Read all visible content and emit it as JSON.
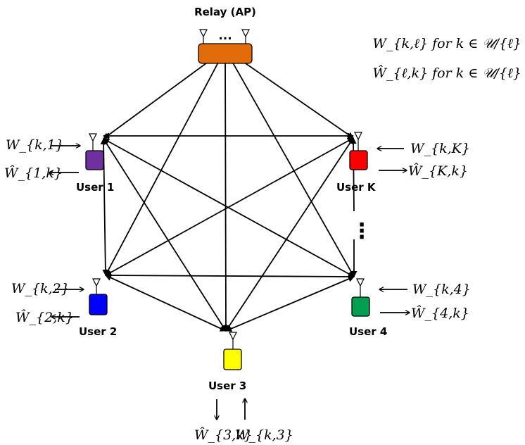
{
  "relay": {
    "label": "Relay (AP)",
    "dots": "...",
    "color": "#E36C0A"
  },
  "legend": {
    "line1": "W_{k,ℓ} for k ∈ 𝒰/{ℓ}",
    "line2": "Ŵ_{ℓ,k} for k ∈ 𝒰/{ℓ}"
  },
  "users": [
    {
      "id": "1",
      "label": "User 1",
      "color": "#7030A0",
      "in": "W_{k,1}",
      "out": "Ŵ_{1,k}"
    },
    {
      "id": "K",
      "label": "User K",
      "color": "#FF0000",
      "in": "W_{k,K}",
      "out": "Ŵ_{K,k}"
    },
    {
      "id": "2",
      "label": "User 2",
      "color": "#0000FF",
      "in": "W_{k,2}",
      "out": "Ŵ_{2,k}"
    },
    {
      "id": "4",
      "label": "User 4",
      "color": "#00A050",
      "in": "W_{k,4}",
      "out": "Ŵ_{4,k}"
    },
    {
      "id": "3",
      "label": "User 3",
      "color": "#FFFF00",
      "in": "W_{k,3}",
      "out": "Ŵ_{3,k}"
    }
  ],
  "ellipsis_vertical": "⋮",
  "icons": {
    "antenna": "antenna-icon",
    "arrow": "arrow-icon"
  }
}
